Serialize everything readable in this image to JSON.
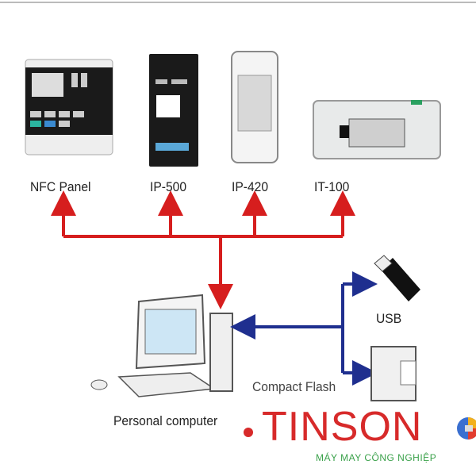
{
  "devices": [
    {
      "label": "NFC Panel"
    },
    {
      "label": "IP-500"
    },
    {
      "label": "IP-420"
    },
    {
      "label": "IT-100"
    }
  ],
  "computer": {
    "label": "Personal computer"
  },
  "storage": [
    {
      "label": "USB"
    },
    {
      "label": "Compact Flash"
    }
  ],
  "colors": {
    "bus": "#d61e1e",
    "link": "#1f2f8f",
    "brand": "#d72a2a",
    "tagline": "#3aa14a"
  },
  "watermark": {
    "brand": "TINSON",
    "tagline": "MÁY MAY CÔNG NGHIỆP"
  }
}
